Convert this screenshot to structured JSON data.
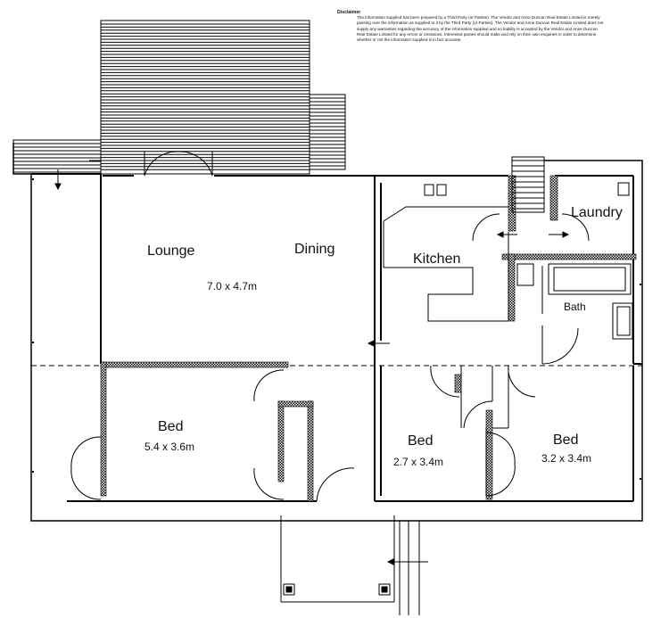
{
  "disclaimer": {
    "title": "Disclaimer",
    "body": "The information supplied has been prepared by a Third Party (or Parties). The Vendor and Anne Duncan Real Estate Limited is merely passing over the information as supplied to it by the Third Party (or Parties). The Vendor and Anne Duncan Real Estate Limited does not supply any warranties regarding the accuracy of the information supplied and no liability is accepted by the Vendor and Anne Duncan Real Estate Limited for any errors or omissions. Interested parties should make and rely on their own enquiries in order to determine whether or not the information supplied is in fact accurate."
  },
  "rooms": {
    "lounge": "Lounge",
    "dining": "Dining",
    "lounge_dim": "7.0 x 4.7m",
    "kitchen": "Kitchen",
    "laundry": "Laundry",
    "bath": "Bath",
    "bed1": "Bed",
    "bed1_dim": "5.4 x 3.6m",
    "bed2": "Bed",
    "bed2_dim": "2.7 x 3.4m",
    "bed3": "Bed",
    "bed3_dim": "3.2 x 3.4m"
  },
  "colors": {
    "line": "#000000",
    "background": "#ffffff"
  }
}
